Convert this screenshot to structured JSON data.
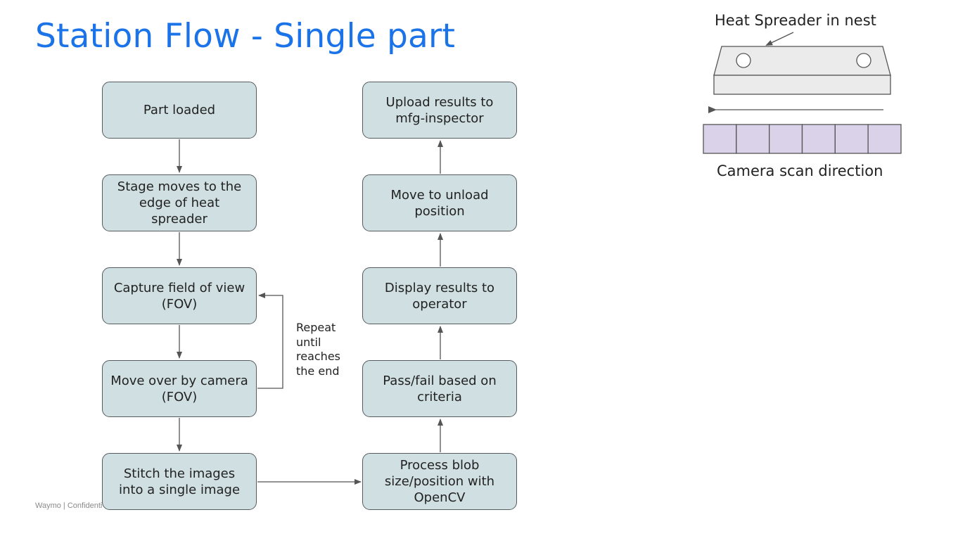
{
  "title": "Station Flow - Single part",
  "left_column": [
    {
      "id": "part-loaded",
      "label": "Part loaded"
    },
    {
      "id": "stage-moves",
      "label": "Stage moves to the edge of heat spreader"
    },
    {
      "id": "capture-fov",
      "label": "Capture field of view (FOV)"
    },
    {
      "id": "move-over",
      "label": "Move over by camera (FOV)"
    },
    {
      "id": "stitch-images",
      "label": "Stitch the images into a single image"
    }
  ],
  "right_column": [
    {
      "id": "upload-results",
      "label": "Upload results to mfg-inspector"
    },
    {
      "id": "move-unload",
      "label": "Move to unload position"
    },
    {
      "id": "display-results",
      "label": "Display results to operator"
    },
    {
      "id": "pass-fail",
      "label": "Pass/fail based on criteria"
    },
    {
      "id": "process-blob",
      "label": "Process blob size/position with OpenCV"
    }
  ],
  "loop_label": "Repeat until reaches the end",
  "footer": "Waymo | Confidential",
  "side_diagram": {
    "title": "Heat Spreader in nest",
    "scan_label": "Camera scan direction",
    "camera_cells": 6,
    "colors": {
      "part_fill": "#ebebeb",
      "camera_fill": "#d9d2e9",
      "box_fill": "#d0dfe2",
      "title_blue": "#1a73e8"
    }
  }
}
